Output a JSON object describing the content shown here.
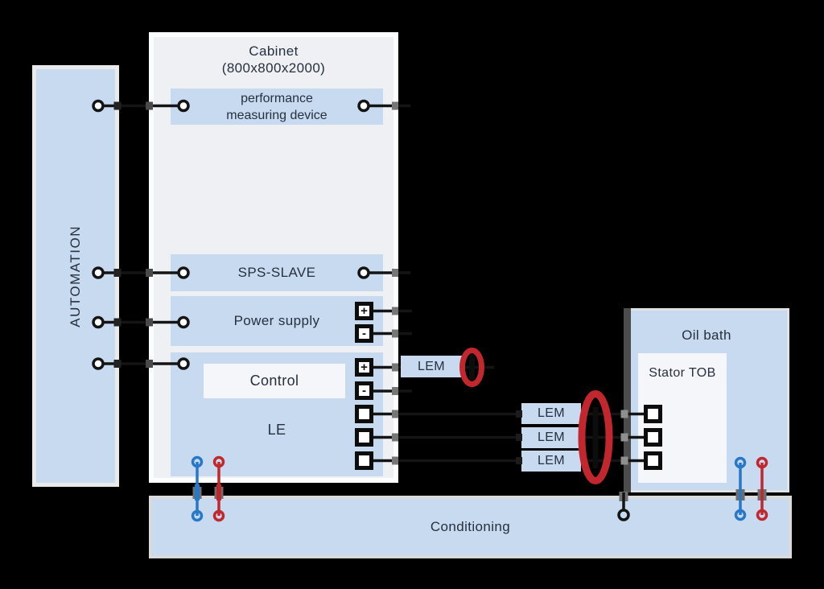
{
  "diagram": {
    "automation": {
      "label": "AUTOMATION"
    },
    "cabinet": {
      "title_line1": "Cabinet",
      "title_line2": "(800x800x2000)",
      "blocks": {
        "performance": {
          "label_line1": "performance",
          "label_line2": "measuring device"
        },
        "sps_slave": {
          "label": "SPS-SLAVE"
        },
        "power_supply": {
          "label": "Power supply",
          "terminals": {
            "plus": "+",
            "minus": "-"
          }
        },
        "le": {
          "label": "LE",
          "control_label": "Control",
          "terminals": {
            "plus": "+",
            "minus": "-"
          }
        }
      }
    },
    "lem_single": {
      "label": "LEM"
    },
    "lem_stack": [
      {
        "label": "LEM"
      },
      {
        "label": "LEM"
      },
      {
        "label": "LEM"
      }
    ],
    "oil_bath": {
      "label": "Oil bath",
      "stator": {
        "label": "Stator TOB"
      }
    },
    "conditioning": {
      "label": "Conditioning"
    },
    "colors": {
      "block_blue": "#c8daf0",
      "cabinet_fill": "#eef0f4",
      "wire_blue": "#2878c8",
      "wire_red": "#c1272d",
      "highlight_red": "#c1272d",
      "line_black": "#141414",
      "dark_strip": "#4c4c4c"
    }
  }
}
